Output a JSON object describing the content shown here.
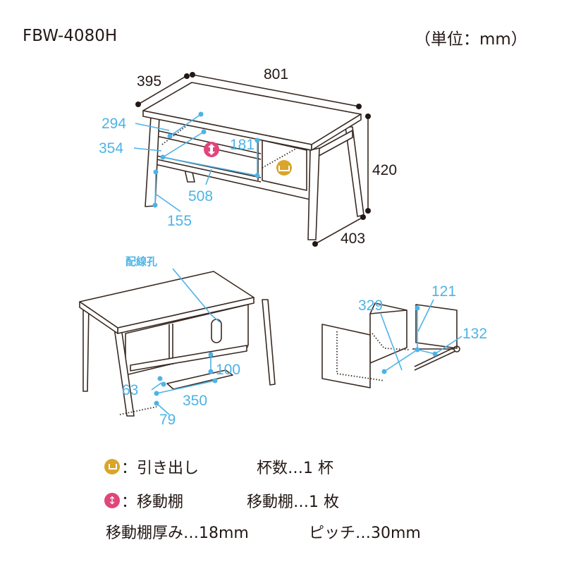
{
  "model": "FBW-4080H",
  "unit": "（単位：mm）",
  "colors": {
    "dimension_blue": "#4db3e6",
    "drawer_icon": "#d9a52a",
    "shelf_icon": "#e0457b"
  },
  "front_view": {
    "depth": "395",
    "width": "801",
    "height": "420",
    "leg_depth": "403",
    "shelf_depth_a": "294",
    "shelf_depth_b": "354",
    "inner_height": "181",
    "inner_width": "508",
    "leg_clearance": "155"
  },
  "back_view": {
    "cable_hole_label": "配線孔",
    "d100": "100",
    "d63": "63",
    "d350": "350",
    "d79": "79"
  },
  "drawer_view": {
    "d329": "329",
    "d121": "121",
    "d132": "132"
  },
  "legend": [
    {
      "icon": "drawer-icon",
      "label": "：引き出し",
      "count": "杯数…1 杯"
    },
    {
      "icon": "movable-shelf-icon",
      "label": "：移動棚",
      "count": "移動棚…1 枚"
    }
  ],
  "notes": {
    "thickness": "移動棚厚み…18mm",
    "pitch": "ピッチ…30mm"
  }
}
